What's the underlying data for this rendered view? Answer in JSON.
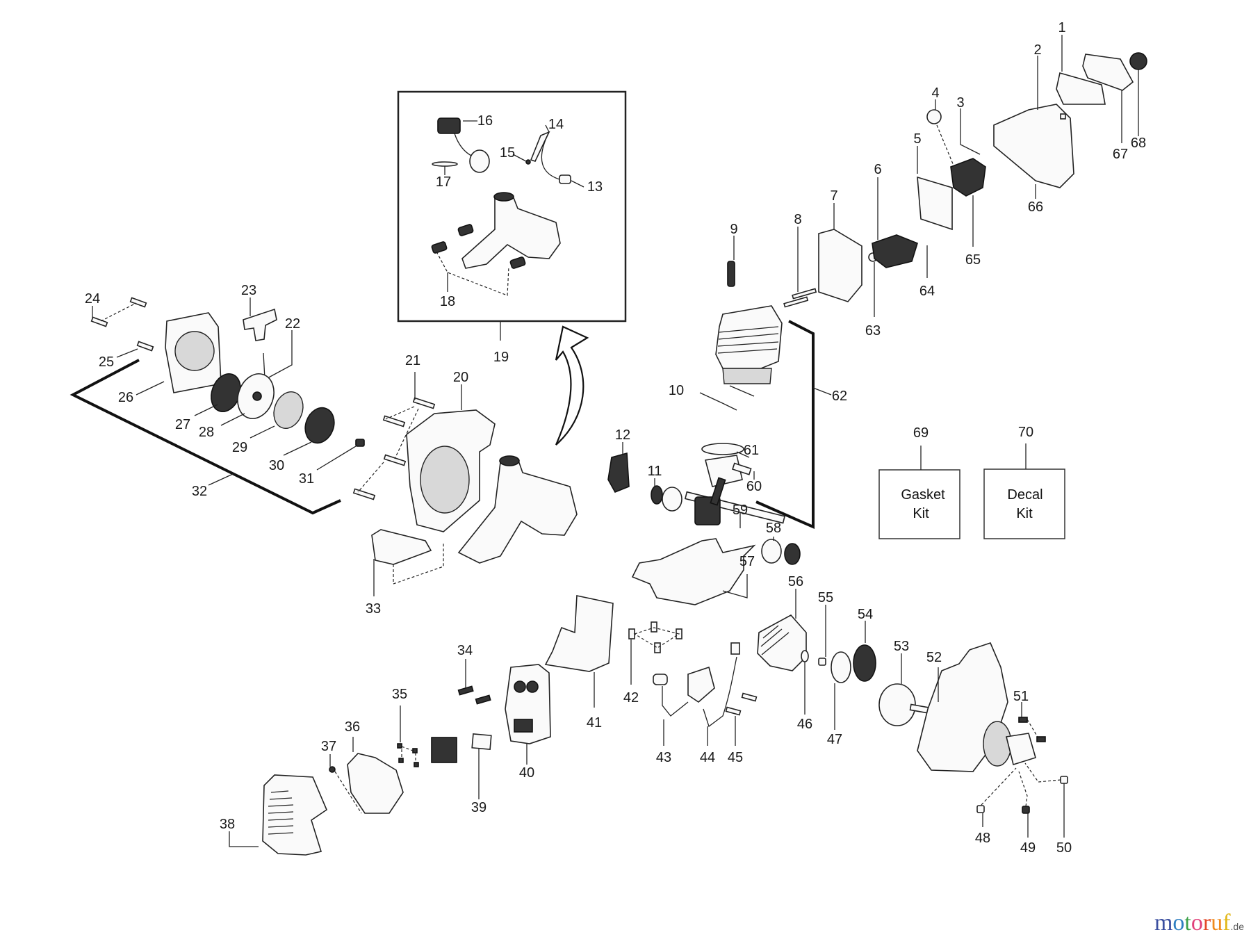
{
  "diagram": {
    "title": "Trimmer engine exploded parts diagram",
    "inset_label": "19",
    "part_labels": [
      "1",
      "2",
      "3",
      "4",
      "5",
      "6",
      "7",
      "8",
      "9",
      "10",
      "11",
      "12",
      "13",
      "14",
      "15",
      "16",
      "17",
      "18",
      "19",
      "20",
      "21",
      "22",
      "23",
      "24",
      "25",
      "26",
      "27",
      "28",
      "29",
      "30",
      "31",
      "32",
      "33",
      "34",
      "35",
      "36",
      "37",
      "38",
      "39",
      "40",
      "41",
      "42",
      "43",
      "44",
      "45",
      "46",
      "47",
      "48",
      "49",
      "50",
      "51",
      "52",
      "53",
      "54",
      "55",
      "56",
      "57",
      "58",
      "59",
      "60",
      "61",
      "62",
      "63",
      "64",
      "65",
      "66",
      "67",
      "68",
      "69",
      "70"
    ],
    "kits": [
      {
        "number": "69",
        "line1": "Gasket",
        "line2": "Kit"
      },
      {
        "number": "70",
        "line1": "Decal",
        "line2": "Kit"
      }
    ]
  },
  "watermark": {
    "letters": [
      {
        "ch": "m",
        "color": "#3b4fa0"
      },
      {
        "ch": "o",
        "color": "#2f7fc1"
      },
      {
        "ch": "t",
        "color": "#3aa046"
      },
      {
        "ch": "o",
        "color": "#e0407a"
      },
      {
        "ch": "r",
        "color": "#e34a2a"
      },
      {
        "ch": "u",
        "color": "#f08a1c"
      },
      {
        "ch": "f",
        "color": "#e2b81a"
      }
    ],
    "tld": ".de"
  }
}
